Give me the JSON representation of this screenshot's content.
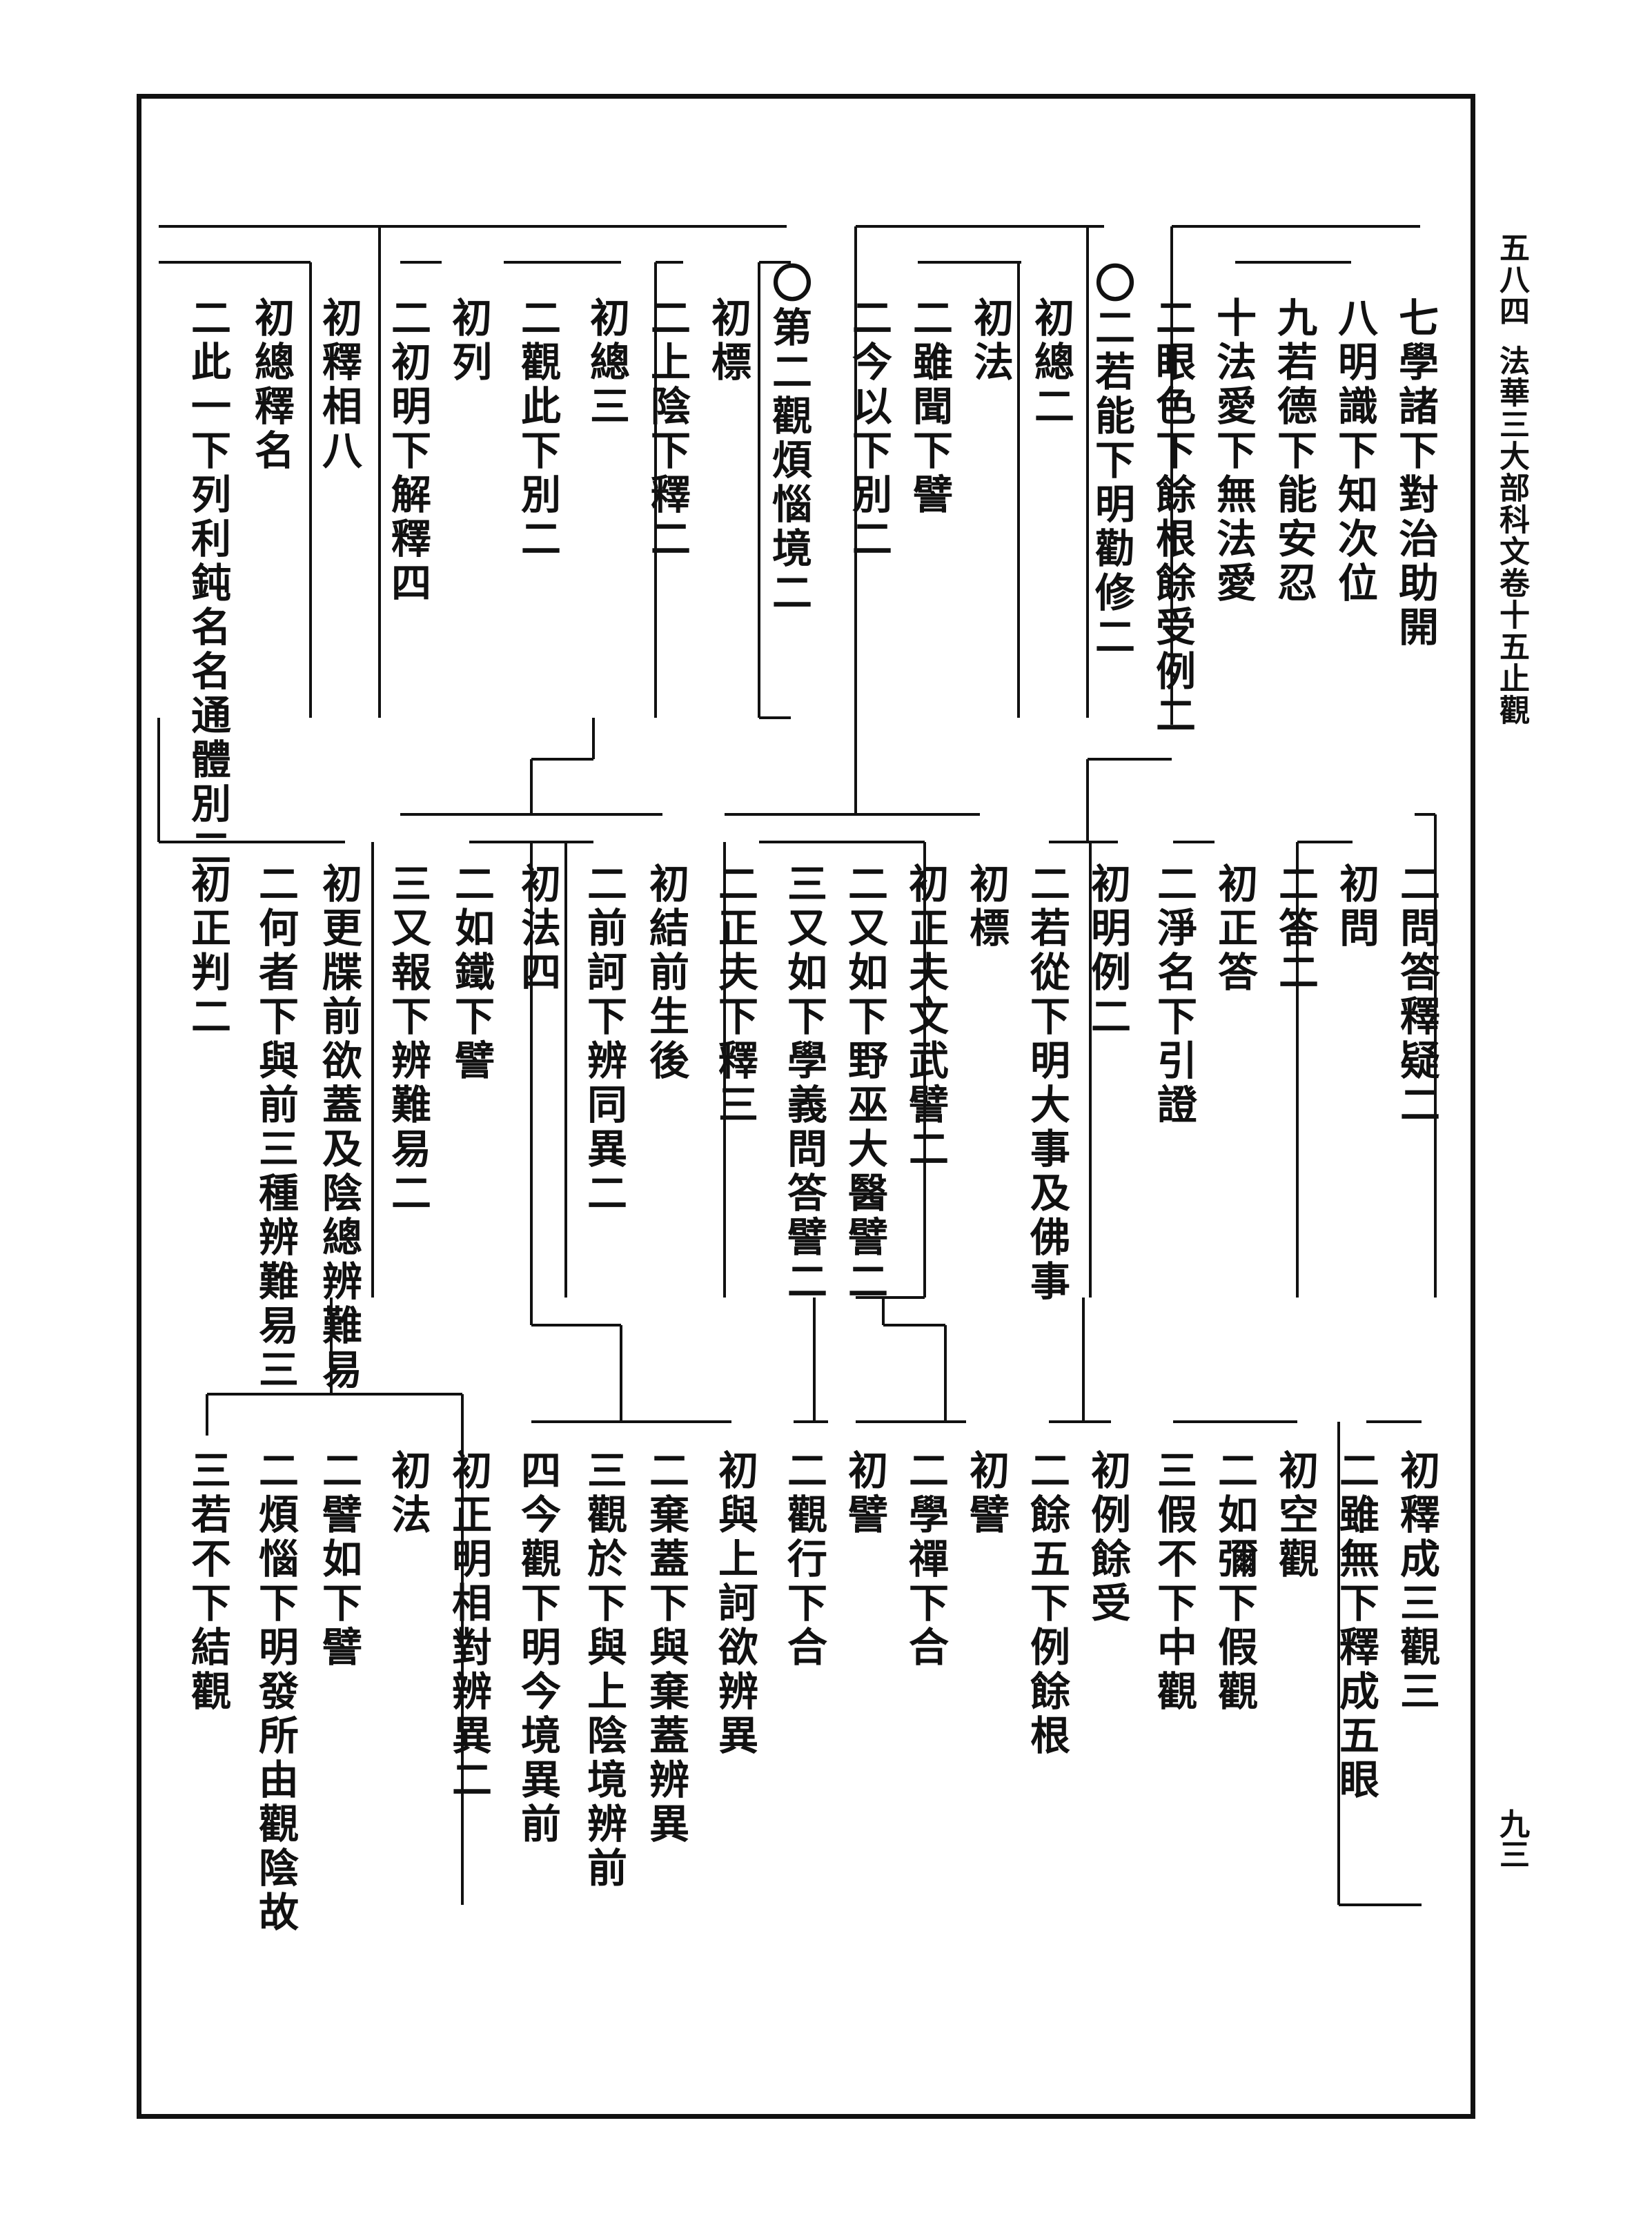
{
  "margin": {
    "page_label": "五八四",
    "running_title": "法華三大部科文卷十五止觀",
    "page_number": "九三"
  },
  "rows": {
    "row1": [
      "七學諸下對治助開",
      "八明識下知次位",
      "九若德下能安忍",
      "十法愛下無法愛",
      "二眼色下餘根餘受例二",
      "〇二若能下明勸修二",
      "初總二",
      "初法",
      "二雖聞下譬",
      "二今以下別二",
      "〇第二觀煩惱境二",
      "初標",
      "二上陰下釋二",
      "初總三",
      "二觀此下別二",
      "初列",
      "二初明下解釋四",
      "初釋相八",
      "初總釋名",
      "二此一下列利鈍名名通體別二"
    ],
    "row2": [
      "二問答釋疑二",
      "初問",
      "二答二",
      "初正答",
      "二淨名下引證",
      "初明例二",
      "二若從下明大事及佛事",
      "初標",
      "初正夫文武譬二",
      "二又如下野巫大醫譬二",
      "三又如下學義問答譬二",
      "二正夫下釋三",
      "初結前生後",
      "二前訶下辨同異二",
      "初法四",
      "二如鐵下譬",
      "三又報下辨難易二",
      "初更牒前欲蓋及陰總辨難易",
      "二何者下與前三種辨難易三",
      "初正判二"
    ],
    "row3": [
      "初釋成三觀三",
      "二雖無下釋成五眼",
      "初空觀",
      "二如彌下假觀",
      "三假不下中觀",
      "初例餘受",
      "二餘五下例餘根",
      "初譬",
      "二學禪下合",
      "初譬",
      "二觀行下合",
      "初與上訶欲辨異",
      "二棄蓋下與棄蓋辨異",
      "三觀於下與上陰境辨前",
      "四今觀下明今境異前",
      "初正明相對辨異二",
      "初法",
      "二譬如下譬",
      "二煩惱下明發所由觀陰故",
      "三若不下結觀"
    ]
  }
}
